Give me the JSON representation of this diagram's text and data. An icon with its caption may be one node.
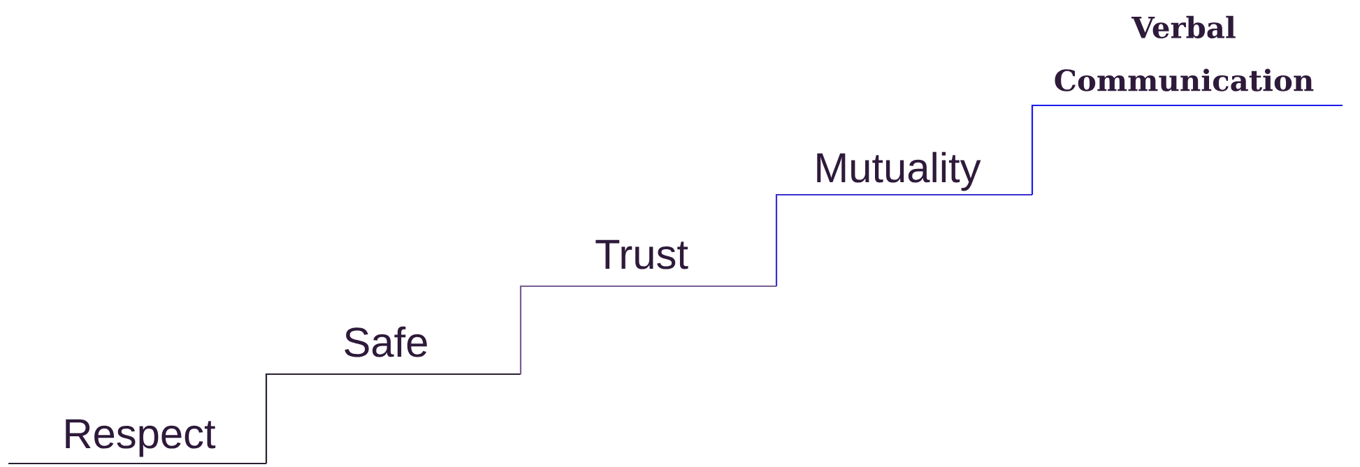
{
  "diagram": {
    "labels": [
      "Respect",
      "Safe",
      "Trust",
      "Mutuality",
      "Verbal Communication"
    ]
  }
}
